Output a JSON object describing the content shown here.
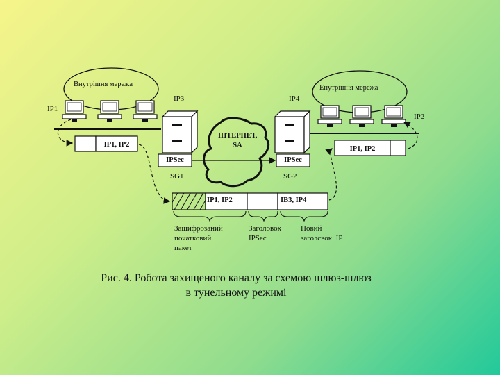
{
  "diagram": {
    "left_network_label": "Внутрішня мережа",
    "right_network_label": "Енутрішня мережа",
    "ip1": "IP1",
    "ip2": "IP2",
    "ip3": "IP3",
    "ip4": "IP4",
    "internet_label_line1": "ІНТЕРНЕТ,",
    "internet_label_line2": "SA",
    "left_packet_label": "IP1, IP2",
    "right_packet_label": "IP1, IP2",
    "left_ipsec_label": "IPSec",
    "right_ipsec_label": "IPSec",
    "sg1_label": "SG1",
    "sg2_label": "SG2",
    "tunnel_packet_inner": "IP1, IP2",
    "tunnel_packet_outer": "IB3, IP4",
    "note_encrypted_line1": "Зашифрозаний",
    "note_encrypted_line2": "початковий",
    "note_encrypted_line3": "пакет",
    "note_header_line1": "Заголовок",
    "note_header_line2": "IPSec",
    "note_new_line1": "Новий",
    "note_new_line2": "заголсвок  IP"
  },
  "caption": {
    "line1": "Рис. 4. Робота захищеного каналу за схемою шлюз-шлюз",
    "line2": "в тунельному режимі"
  }
}
